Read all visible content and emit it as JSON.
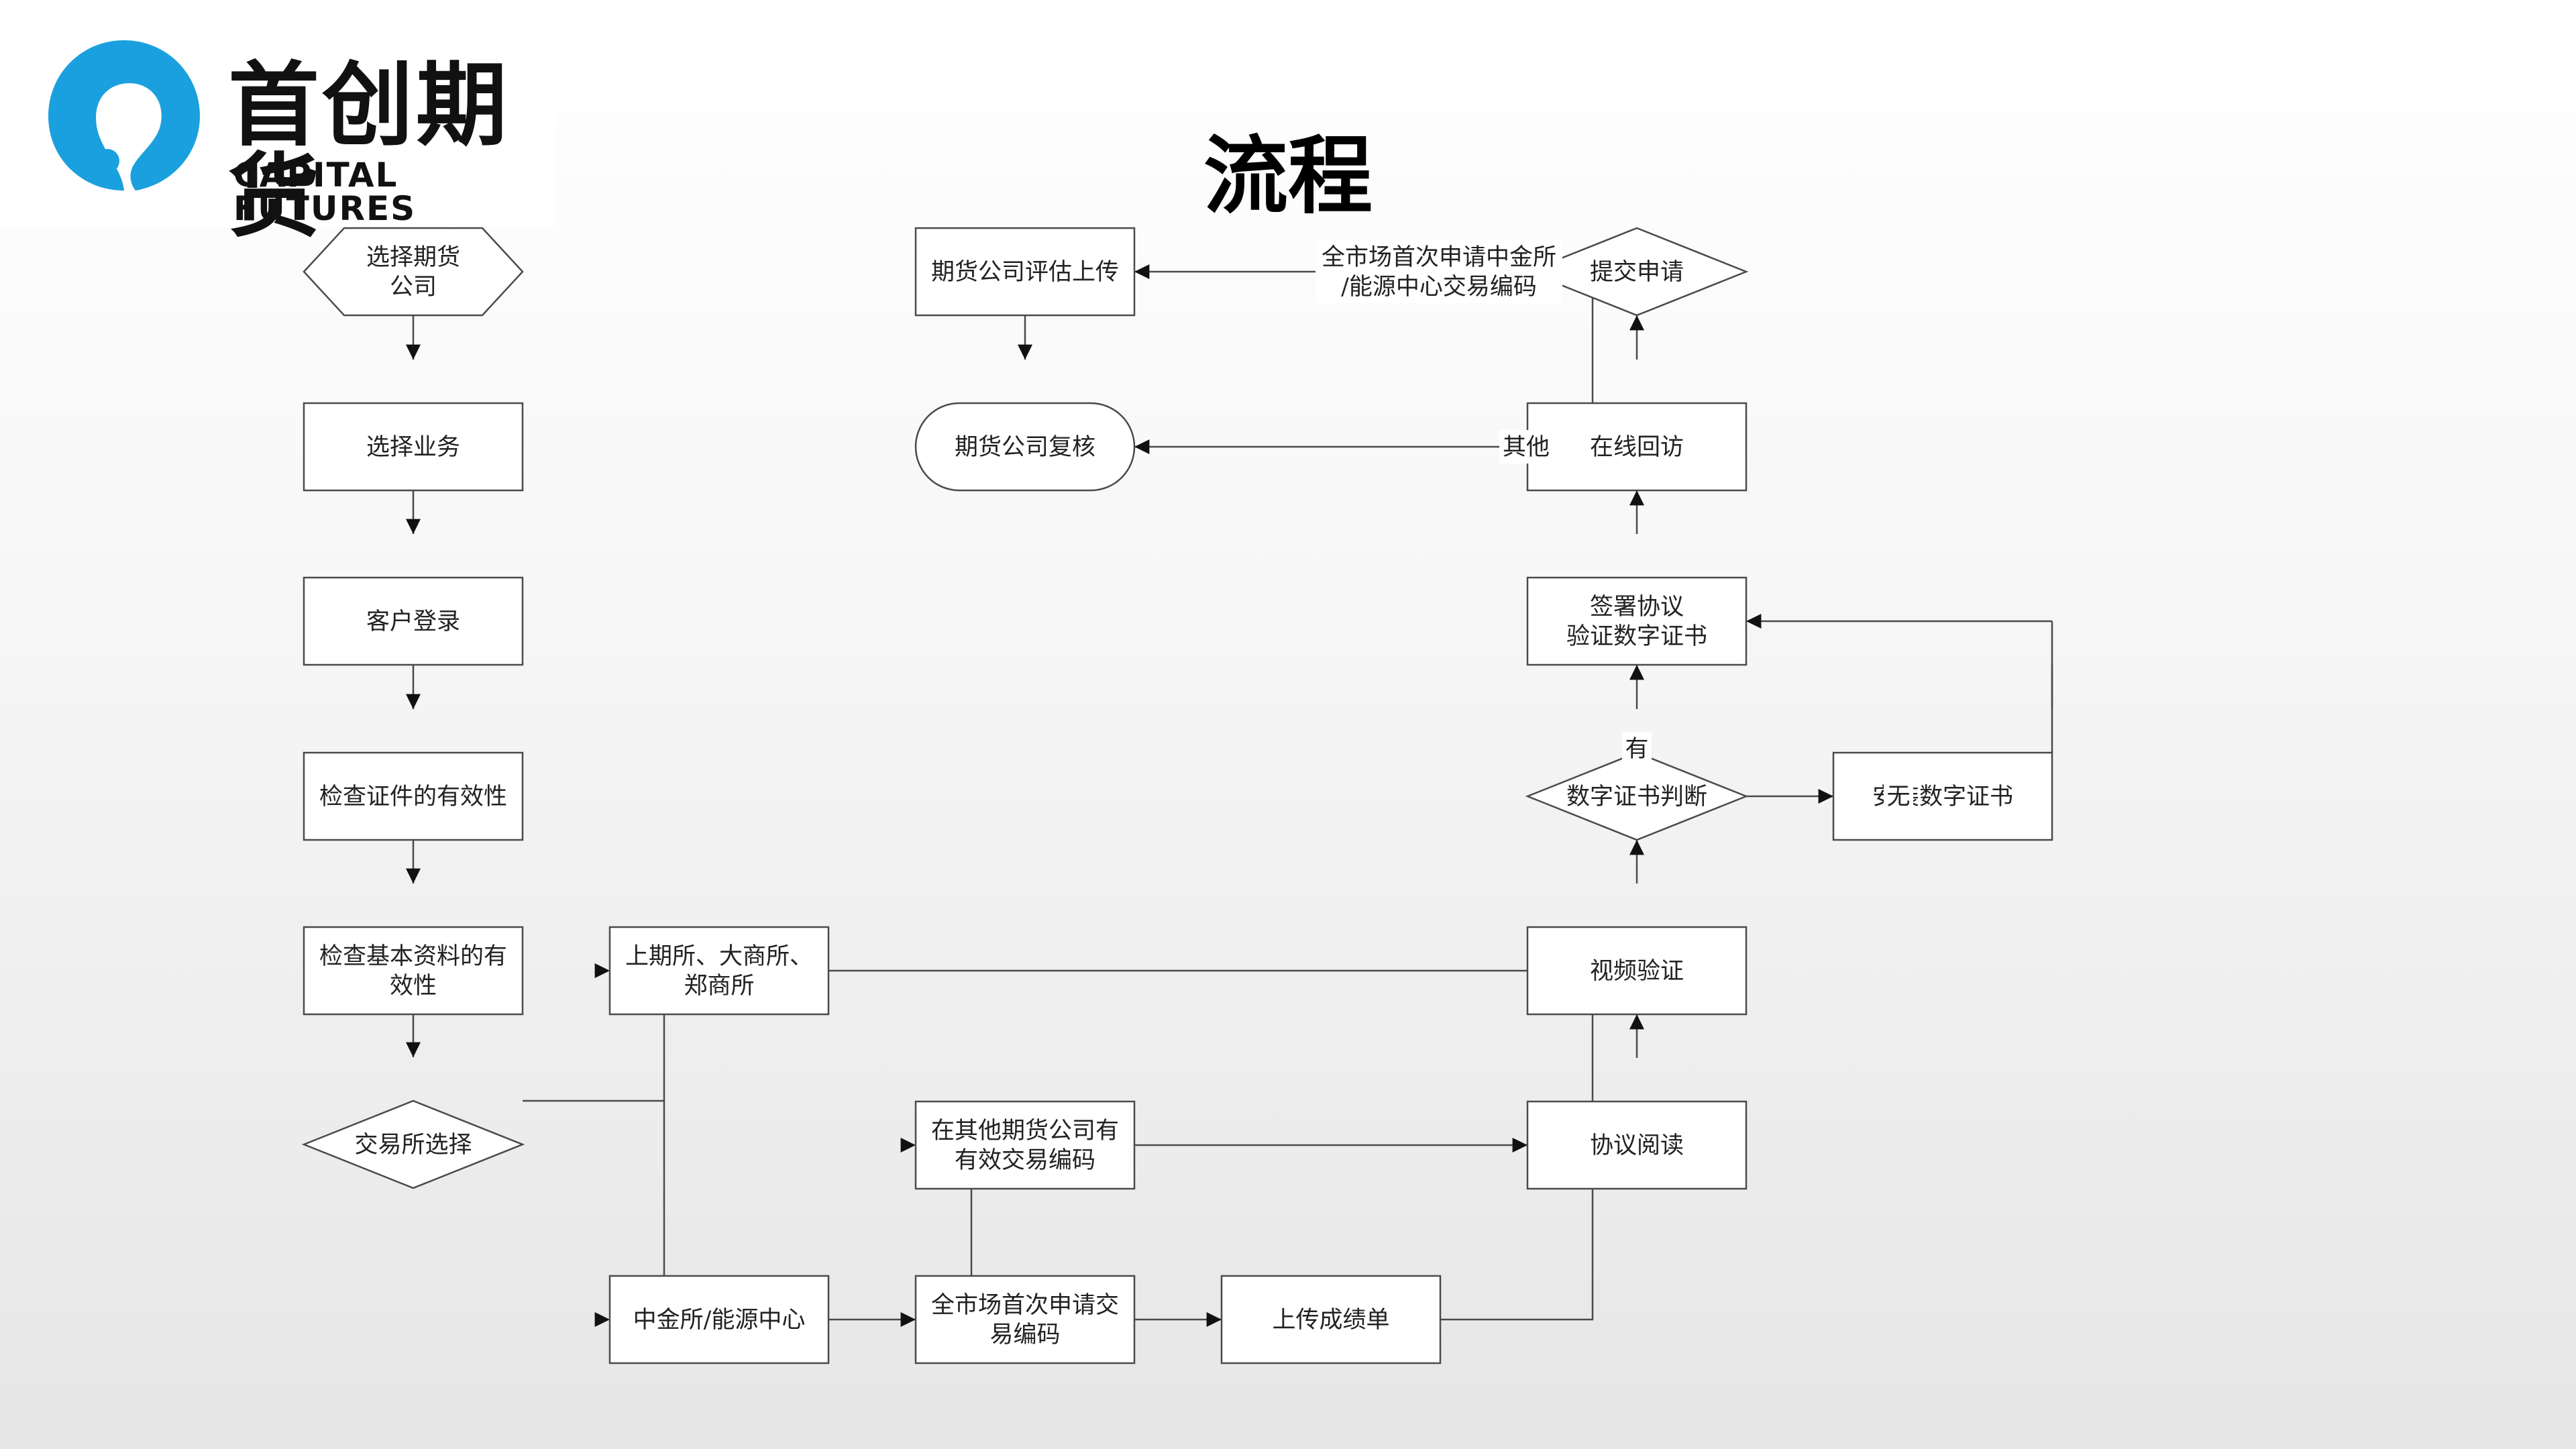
{
  "brand": {
    "name_cn": "首创期货",
    "name_en": "CAPITAL FUTURES",
    "colors": {
      "logo_blue": "#1AA0DE"
    }
  },
  "title": "流程",
  "nodes": {
    "select_company": [
      "选择期货",
      "公司"
    ],
    "select_business": [
      "选择业务"
    ],
    "login": [
      "客户登录"
    ],
    "check_id": [
      "检查证件的有效性"
    ],
    "check_info": [
      "检查基本资料的有",
      "效性"
    ],
    "exchange_choice": [
      "交易所选择"
    ],
    "shfe_dce_czce": [
      "上期所、大商所、",
      "郑商所"
    ],
    "cffex_ine": [
      "中金所/能源中心"
    ],
    "has_other_code": [
      "在其他期货公司有",
      "有效交易编码"
    ],
    "first_apply": [
      "全市场首次申请交",
      "易编码"
    ],
    "upload_score": [
      "上传成绩单"
    ],
    "agreement_read": [
      "协议阅读"
    ],
    "video_verify": [
      "视频验证"
    ],
    "cert_judge": [
      "数字证书判断"
    ],
    "install_cert": [
      "安装数字证书"
    ],
    "sign_agreement": [
      "签署协议",
      "验证数字证书"
    ],
    "online_revisit": [
      "在线回访"
    ],
    "submit": [
      "提交申请"
    ],
    "company_eval_upload": [
      "期货公司评估上传"
    ],
    "company_review": [
      "期货公司复核"
    ]
  },
  "edge_labels": {
    "has_cert": "有",
    "no_cert": "无",
    "other": "其他",
    "first_time_cffex": [
      "全市场首次申请中金所",
      "/能源中心交易编码"
    ]
  }
}
